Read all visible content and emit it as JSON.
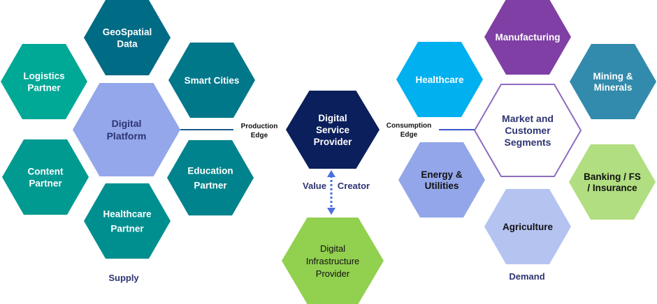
{
  "supply": {
    "center": [
      "Digital",
      "Platform"
    ],
    "geospatial": [
      "GeoSpatial",
      "Data"
    ],
    "logistics": [
      "Logistics",
      "Partner"
    ],
    "smart_cities": [
      "Smart Cities"
    ],
    "content": [
      "Content",
      "Partner"
    ],
    "education": [
      "Education",
      "Partner"
    ],
    "healthcare_partner": [
      "Healthcare",
      "Partner"
    ],
    "label": "Supply"
  },
  "middle": {
    "production_edge": [
      "Production",
      "Edge"
    ],
    "service_provider": [
      "Digital",
      "Service",
      "Provider"
    ],
    "value": "Value",
    "creator": "Creator",
    "infrastructure_provider": [
      "Digital",
      "Infrastructure",
      "Provider"
    ],
    "consumption_edge": [
      "Consumption",
      "Edge"
    ]
  },
  "demand": {
    "center": [
      "Market and",
      "Customer",
      "Segments"
    ],
    "manufacturing": [
      "Manufacturing"
    ],
    "healthcare": [
      "Healthcare"
    ],
    "mining": [
      "Mining &",
      "Minerals"
    ],
    "energy": [
      "Energy &",
      "Utilities"
    ],
    "banking": [
      "Banking / FS",
      "/ Insurance"
    ],
    "agriculture": [
      "Agriculture"
    ],
    "label": "Demand"
  },
  "colors": {
    "geospatial": "#006b85",
    "logistics": "#00a896",
    "smart_cities": "#00788a",
    "platform": "#93a7ea",
    "content": "#009a91",
    "education": "#00838c",
    "healthcare_partner": "#008f8f",
    "service_provider": "#0b1f5c",
    "infrastructure_provider": "#92d050",
    "manufacturing": "#7f3fa4",
    "healthcare": "#00b0ef",
    "mining": "#328bac",
    "energy": "#93a6e9",
    "banking": "#b0de80",
    "agriculture": "#b5c3f1",
    "market_stroke": "#8e6bbf",
    "connector": "#1f5a8a",
    "arrow": "#4a6fe0"
  }
}
